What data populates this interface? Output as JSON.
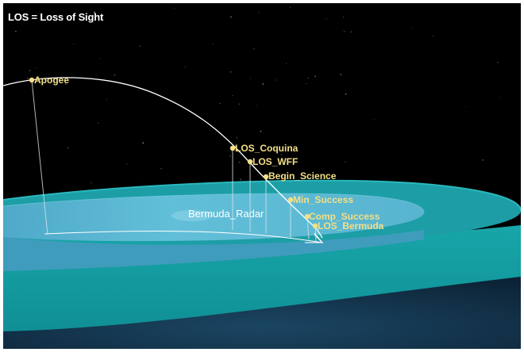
{
  "legend": "LOS = Loss of Sight",
  "radar_label": "Bermuda_Radar",
  "events": [
    {
      "id": "apogee",
      "label": "Apogee"
    },
    {
      "id": "los-coquina",
      "label": "LOS_Coquina"
    },
    {
      "id": "los-wff",
      "label": "LOS_WFF"
    },
    {
      "id": "begin-science",
      "label": "Begin_Science"
    },
    {
      "id": "min-success",
      "label": "Min_Success"
    },
    {
      "id": "comp-success",
      "label": "Comp_Success"
    },
    {
      "id": "los-bermuda",
      "label": "LOS_Bermuda"
    }
  ],
  "colors": {
    "space": "#000000",
    "outer_coverage_top": "#1aa4a8",
    "outer_coverage_side": "#129a9f",
    "inner_coverage_top": "#56b3cf",
    "inner_coverage_side": "#4aa8c6",
    "ocean": "#10314a",
    "event_marker": "#f3df86",
    "trajectory": "#ffffff"
  }
}
